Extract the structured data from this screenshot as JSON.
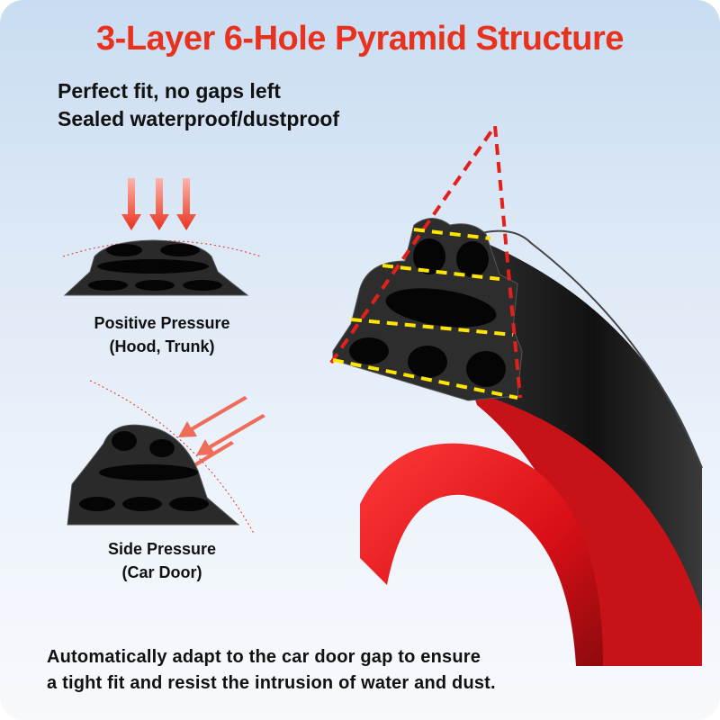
{
  "title": "3-Layer 6-Hole Pyramid Structure",
  "features": [
    "Perfect fit, no gaps left",
    "Sealed waterproof/dustproof"
  ],
  "diagrams": [
    {
      "label": "Positive Pressure",
      "detail": "(Hood, Trunk)"
    },
    {
      "label": "Side Pressure",
      "detail": "(Car Door)"
    }
  ],
  "footer": [
    "Automatically adapt to the car door gap to ensure",
    "a tight fit and resist the intrusion of water and dust."
  ],
  "colors": {
    "title": "#e8321e",
    "tape": "#e0151c",
    "rubber": "#1c1c1c",
    "guide": "#ffe600"
  }
}
